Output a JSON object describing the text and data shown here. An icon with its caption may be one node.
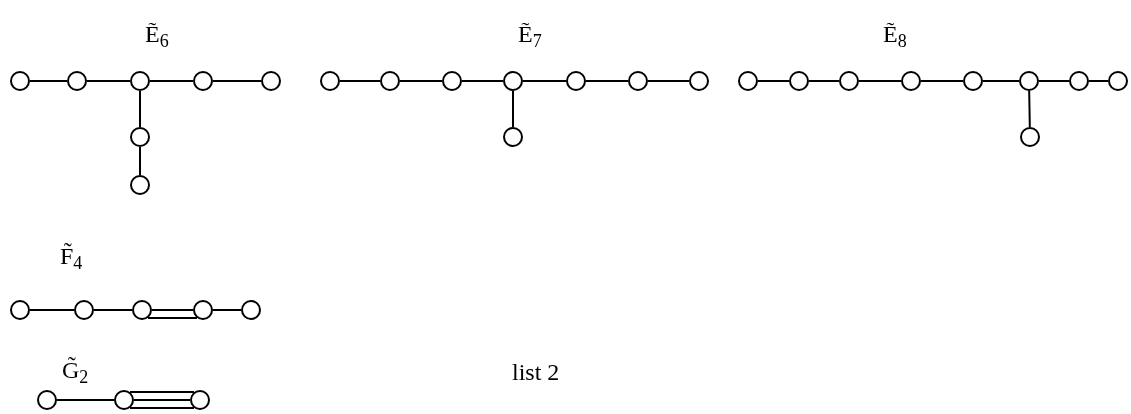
{
  "diagram": {
    "nodes": [
      {
        "text": [],
        "shape": "circle"
      },
      {
        "text": [],
        "shape": "circle"
      },
      {
        "text": [],
        "shape": "circle"
      },
      {
        "text": [],
        "shape": "circle"
      },
      {
        "text": [],
        "shape": "circle"
      },
      {
        "text": [],
        "shape": "circle"
      },
      {
        "text": [],
        "shape": "circle"
      },
      {
        "text": [],
        "shape": "circle"
      },
      {
        "text": [],
        "shape": "circle"
      },
      {
        "text": [],
        "shape": "circle"
      },
      {
        "text": [],
        "shape": "circle"
      },
      {
        "text": [],
        "shape": "circle"
      },
      {
        "text": [],
        "shape": "circle"
      },
      {
        "text": [],
        "shape": "circle"
      },
      {
        "text": [],
        "shape": "circle"
      },
      {
        "text": [],
        "shape": "circle"
      },
      {
        "text": [],
        "shape": "circle"
      },
      {
        "text": [],
        "shape": "circle"
      },
      {
        "text": [],
        "shape": "circle"
      },
      {
        "text": [],
        "shape": "circle"
      },
      {
        "text": [],
        "shape": "circle"
      },
      {
        "text": [],
        "shape": "circle"
      },
      {
        "text": [],
        "shape": "circle"
      },
      {
        "text": [],
        "shape": "circle"
      },
      {
        "text": [],
        "shape": "circle"
      },
      {
        "text": [],
        "shape": "circle"
      },
      {
        "text": [],
        "shape": "circle"
      },
      {
        "text": [],
        "shape": "circle"
      },
      {
        "text": [],
        "shape": "circle"
      },
      {
        "text": [],
        "shape": "circle"
      },
      {
        "text": [],
        "shape": "circle"
      },
      {
        "text": [],
        "shape": "circle"
      }
    ],
    "edges": [
      {
        "from": 0,
        "to": 1,
        "arrow": "none"
      },
      {
        "from": 1,
        "to": 2,
        "arrow": "none"
      },
      {
        "from": 2,
        "to": 3,
        "arrow": "none"
      },
      {
        "from": 3,
        "to": 4,
        "arrow": "none"
      },
      {
        "from": 2,
        "to": 5,
        "arrow": "none"
      },
      {
        "from": 5,
        "to": 6,
        "arrow": "none"
      },
      {
        "from": 7,
        "to": 8,
        "arrow": "none"
      },
      {
        "from": 8,
        "to": 9,
        "arrow": "none"
      },
      {
        "from": 9,
        "to": 10,
        "arrow": "none"
      },
      {
        "from": 10,
        "to": 11,
        "arrow": "none"
      },
      {
        "from": 11,
        "to": 12,
        "arrow": "none"
      },
      {
        "from": 12,
        "to": 13,
        "arrow": "none"
      },
      {
        "from": 10,
        "to": 14,
        "arrow": "none"
      },
      {
        "from": 15,
        "to": 16,
        "arrow": "none"
      },
      {
        "from": 16,
        "to": 17,
        "arrow": "none"
      },
      {
        "from": 17,
        "to": 18,
        "arrow": "none"
      },
      {
        "from": 18,
        "to": 19,
        "arrow": "none"
      },
      {
        "from": 19,
        "to": 20,
        "arrow": "none"
      },
      {
        "from": 20,
        "to": 21,
        "arrow": "none"
      },
      {
        "from": 21,
        "to": 22,
        "arrow": "none"
      },
      {
        "from": 20,
        "to": 23,
        "arrow": "none"
      },
      {
        "from": 24,
        "to": 25,
        "arrow": "none"
      },
      {
        "from": 25,
        "to": 26,
        "arrow": "none"
      },
      {
        "from": 26,
        "to": 27,
        "arrow": "none"
      },
      {
        "from": 26,
        "to": 27,
        "arrow": "none"
      },
      {
        "from": 27,
        "to": 28,
        "arrow": "none"
      },
      {
        "from": 29,
        "to": 30,
        "arrow": "none"
      },
      {
        "from": 30,
        "to": 31,
        "arrow": "none"
      },
      {
        "from": 30,
        "to": 31,
        "arrow": "none"
      },
      {
        "from": 30,
        "to": 31,
        "arrow": "none"
      }
    ],
    "labels": [
      "Ẽ$_{6}$",
      "Ẽ$_{7}$",
      "Ẽ$_{8}$",
      "F̃$_{4}$",
      "G̃$_{2}$",
      "list 2"
    ]
  }
}
